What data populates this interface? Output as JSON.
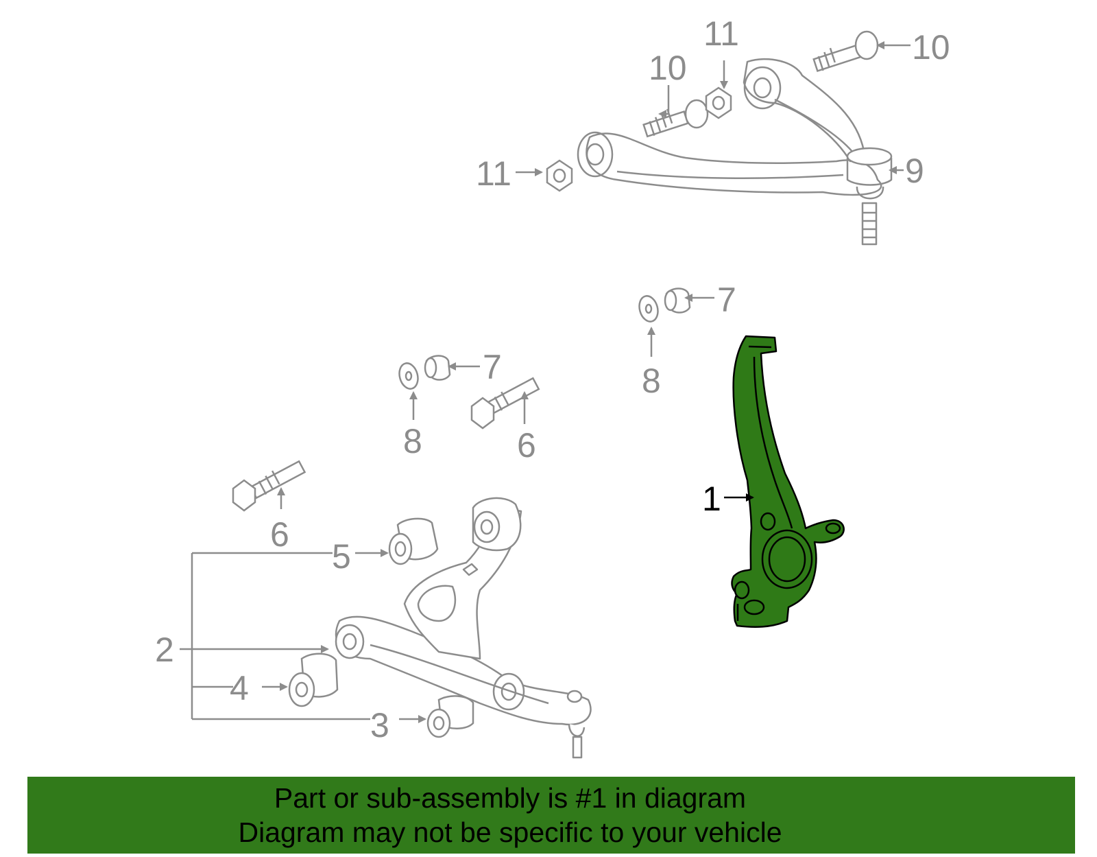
{
  "banner": {
    "line1": "Part or sub-assembly is #1 in diagram",
    "line2": "Diagram may not be specific to your vehicle"
  },
  "callouts": {
    "c1": "1",
    "c2": "2",
    "c3": "3",
    "c4": "4",
    "c5": "5",
    "c6a": "6",
    "c6b": "6",
    "c7a": "7",
    "c7b": "7",
    "c8a": "8",
    "c8b": "8",
    "c9": "9",
    "c10a": "10",
    "c10b": "10",
    "c11a": "11",
    "c11b": "11"
  },
  "colors": {
    "highlight": "#2f7a17",
    "banner": "#317a1a",
    "line": "#8c8c8c",
    "outline": "#000000"
  },
  "icons": [
    "steering-knuckle-icon",
    "lower-control-arm-icon",
    "upper-control-arm-icon",
    "bushing-icon",
    "bolt-icon",
    "nut-icon",
    "washer-icon"
  ]
}
